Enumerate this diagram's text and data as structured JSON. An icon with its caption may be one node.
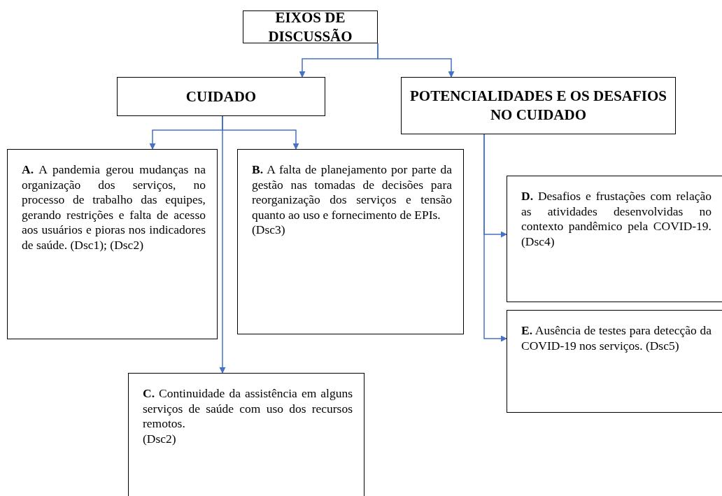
{
  "diagram": {
    "nodes": [
      {
        "text": [
          "EIXOS DE DISCUSSÃO"
        ]
      },
      {
        "text": [
          "CUIDADO"
        ]
      },
      {
        "text": [
          "POTENCIALIDADES E OS DESAFIOS NO CUIDADO"
        ]
      },
      {
        "text": [
          "**A.** A pandemia gerou mudanças na organização dos serviços, no processo de trabalho das equipes, gerando restrições e falta de acesso aos usuários e pioras nos indicadores de saúde. (Dsc1); (Dsc2)"
        ]
      },
      {
        "text": [
          "**B.** A falta de planejamento por parte da gestão nas tomadas de decisões para reorganização dos serviços e tensão quanto ao uso e fornecimento de EPIs.",
          "(Dsc3)"
        ]
      },
      {
        "text": [
          "**C.** Continuidade da assistência em alguns serviços de saúde com uso dos recursos remotos.",
          "(Dsc2)"
        ]
      },
      {
        "text": [
          "**D.** Desafios e frustações com relação as atividades desenvolvidas no contexto pandêmico pela COVID-19. (Dsc4)"
        ]
      },
      {
        "text": [
          "**E.** Ausência de testes para detecção da COVID-19 nos serviços. (Dsc5)"
        ]
      }
    ],
    "edges": [
      {
        "from": 0,
        "to": 1,
        "arrow": "to"
      },
      {
        "from": 0,
        "to": 2,
        "arrow": "to"
      },
      {
        "from": 1,
        "to": 3,
        "arrow": "to"
      },
      {
        "from": 1,
        "to": 4,
        "arrow": "to"
      },
      {
        "from": 1,
        "to": 5,
        "arrow": "to"
      },
      {
        "from": 2,
        "to": 6,
        "arrow": "to"
      },
      {
        "from": 2,
        "to": 7,
        "arrow": "to"
      }
    ]
  }
}
